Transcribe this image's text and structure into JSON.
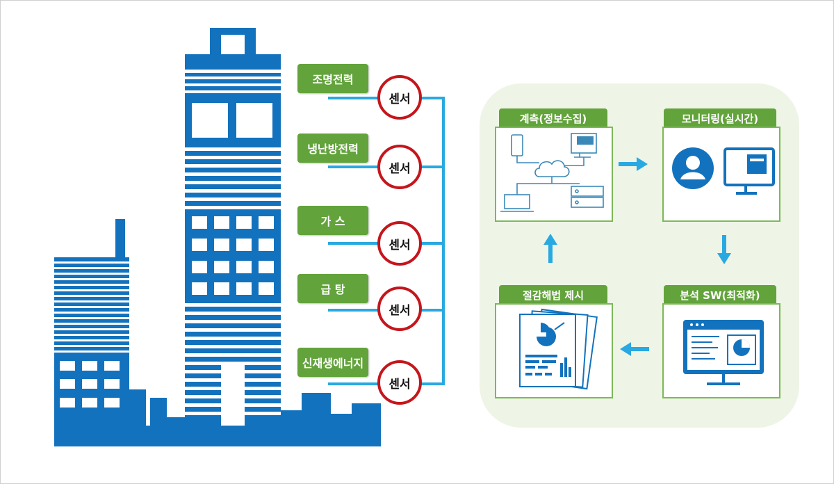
{
  "sources": [
    {
      "label": "조명전력",
      "sensor": "센서"
    },
    {
      "label": "냉난방전력",
      "sensor": "센서"
    },
    {
      "label": "가 스",
      "sensor": "센서"
    },
    {
      "label": "급 탕",
      "sensor": "센서"
    },
    {
      "label": "신재생에너지",
      "sensor": "센서"
    }
  ],
  "process": {
    "measure": "계측(정보수집)",
    "monitor": "모니터링(실시간)",
    "analysis": "분석 SW(최적화)",
    "solution": "절감해법 제시"
  },
  "colors": {
    "building": "#1372bd",
    "label_green": "#62a33b",
    "sensor_red": "#c4161c",
    "line_blue": "#29a9e1",
    "panel_bg": "#eef5e6"
  }
}
